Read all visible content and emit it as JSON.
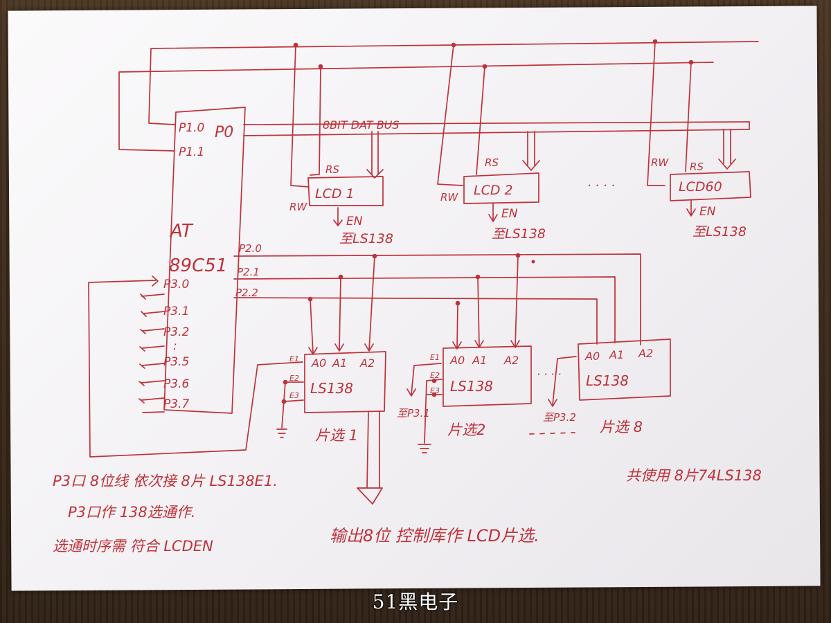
{
  "ink_color": "#c0313a",
  "mcu": {
    "p1_0": "P1.0",
    "p1_1": "P1.1",
    "p0": "P0",
    "at": "AT",
    "model": "89C51",
    "p3_0": "P3.0",
    "p3_1": "P3.1",
    "p3_2": "P3.2",
    "p3_dots": ":",
    "p3_5": "P3.5",
    "p3_6": "P3.6",
    "p3_7": "P3.7",
    "p2_0": "P2.0",
    "p2_1": "P2.1",
    "p2_2": "P2.2"
  },
  "bus_label": "8BIT DAT BUS",
  "lcds": [
    {
      "name": "LCD 1",
      "rs": "RS",
      "rw": "RW",
      "en": "EN",
      "to": "至LS138"
    },
    {
      "name": "LCD 2",
      "rs": "RS",
      "rw": "RW",
      "en": "EN",
      "to": "至LS138"
    },
    {
      "name": "LCD60",
      "rs": "RS",
      "rw": "RW",
      "en": "EN",
      "to": "至LS138"
    }
  ],
  "lcd_ellipsis": "· · · ·",
  "decoders": [
    {
      "name": "LS138",
      "a0": "A0",
      "a1": "A1",
      "a2": "A2",
      "e1": "E1",
      "e2": "E2",
      "e3": "E3",
      "select": "片选 1"
    },
    {
      "name": "LS138",
      "a0": "A0",
      "a1": "A1",
      "a2": "A2",
      "e1": "E1",
      "e2": "E2",
      "e3": "E3",
      "select": "片选2",
      "to": "至P3.1"
    },
    {
      "name": "LS138",
      "a0": "A0",
      "a1": "A1",
      "a2": "A2",
      "select": "片选 8",
      "to": "至P3.2"
    }
  ],
  "decoder_ellipsis": "· · · ·",
  "notes": {
    "note1": "P3口 8位线 依次接 8片 LS138E1.",
    "note2": "P3口作 138选通作.",
    "note3": "选通时序需 符合 LCDEN",
    "note4": "输出8位 控制库作 LCD片选.",
    "note5": "共使用 8片74LS138"
  },
  "watermark": "51黑电子"
}
